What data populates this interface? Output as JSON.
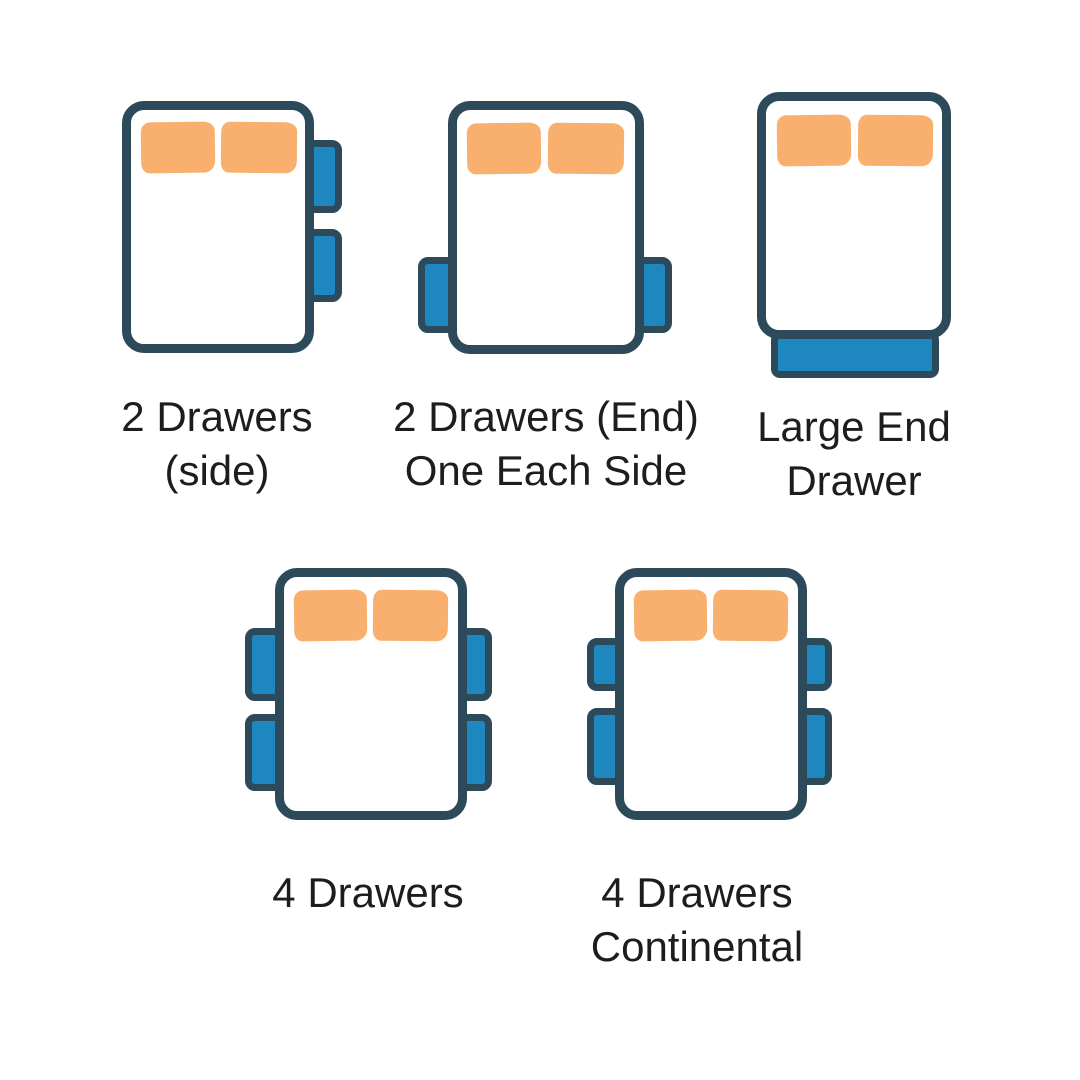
{
  "colors": {
    "outline": "#2d4a5b",
    "drawer": "#1e87c0",
    "pillow": "#f9b06e",
    "text": "#1d1d1d",
    "bg": "#ffffff"
  },
  "figures": [
    {
      "name": "2-drawers-side",
      "label_lines": [
        "2 Drawers",
        "(side)"
      ],
      "pillow_count": 2,
      "drawer_count": 2,
      "drawer_placement": "two drawers on right side"
    },
    {
      "name": "2-drawers-end-one-each-side",
      "label_lines": [
        "2 Drawers (End)",
        "One Each Side"
      ],
      "pillow_count": 2,
      "drawer_count": 2,
      "drawer_placement": "one drawer on each side near foot end"
    },
    {
      "name": "large-end-drawer",
      "label_lines": [
        "Large End",
        "Drawer"
      ],
      "pillow_count": 2,
      "drawer_count": 1,
      "drawer_placement": "one large drawer across the foot end"
    },
    {
      "name": "4-drawers",
      "label_lines": [
        "4 Drawers"
      ],
      "pillow_count": 2,
      "drawer_count": 4,
      "drawer_placement": "two equal drawers on each side"
    },
    {
      "name": "4-drawers-continental",
      "label_lines": [
        "4 Drawers",
        "Continental"
      ],
      "pillow_count": 2,
      "drawer_count": 4,
      "drawer_placement": "smaller top drawer and larger bottom drawer on each side"
    }
  ]
}
